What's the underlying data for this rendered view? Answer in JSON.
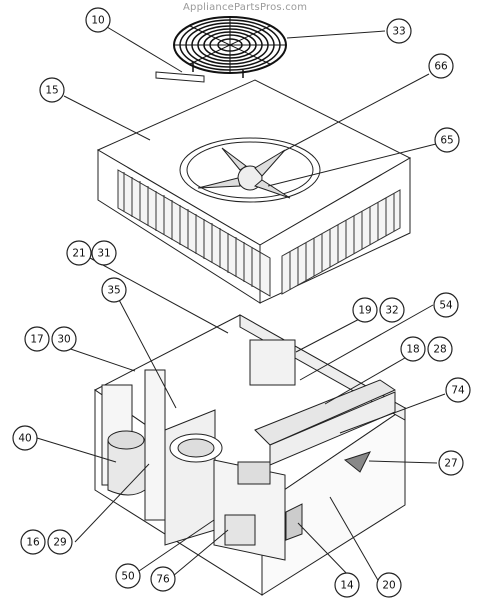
{
  "watermark": "AppliancePartsPros.com",
  "callouts": [
    {
      "label": "10"
    },
    {
      "label": "33"
    },
    {
      "label": "15"
    },
    {
      "label": "66"
    },
    {
      "label": "65"
    },
    {
      "label": "21"
    },
    {
      "label": "31"
    },
    {
      "label": "35"
    },
    {
      "label": "19"
    },
    {
      "label": "32"
    },
    {
      "label": "54"
    },
    {
      "label": "17"
    },
    {
      "label": "30"
    },
    {
      "label": "18"
    },
    {
      "label": "28"
    },
    {
      "label": "74"
    },
    {
      "label": "40"
    },
    {
      "label": "27"
    },
    {
      "label": "16"
    },
    {
      "label": "29"
    },
    {
      "label": "50"
    },
    {
      "label": "76"
    },
    {
      "label": "14"
    },
    {
      "label": "20"
    }
  ]
}
